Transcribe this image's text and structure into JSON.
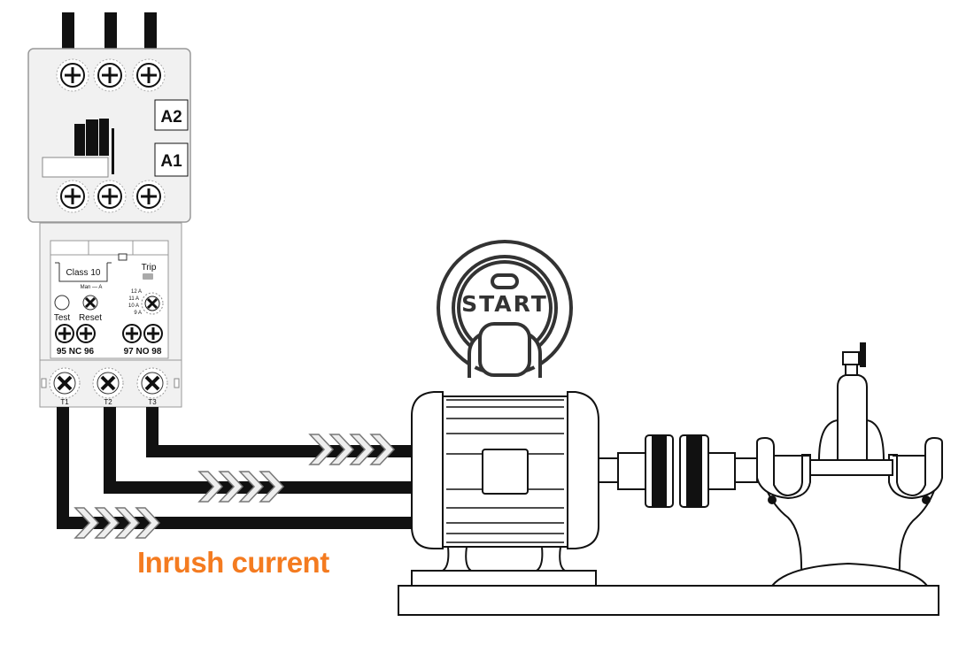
{
  "contactor": {
    "coil_labels": [
      "A2",
      "A1"
    ]
  },
  "overload_relay": {
    "trip_class": "Class 10",
    "trip_label": "Trip",
    "mode_label": "Man — A",
    "current_settings": [
      "12 A",
      "11 A",
      "10 A",
      "9 A"
    ],
    "test_label": "Test",
    "reset_label": "Reset",
    "nc_contacts": "95 NC 96",
    "no_contacts": "97 NO 98",
    "terminals": [
      "T1",
      "T2",
      "T3"
    ]
  },
  "start_button": {
    "label": "START"
  },
  "annotation": {
    "text": "Inrush current",
    "color": "#f47b20"
  },
  "colors": {
    "line": "#111111",
    "device_body": "#f1f1f1",
    "arrow_fill": "#eeeeee",
    "arrow_stroke": "#777777",
    "button": "#333333"
  }
}
